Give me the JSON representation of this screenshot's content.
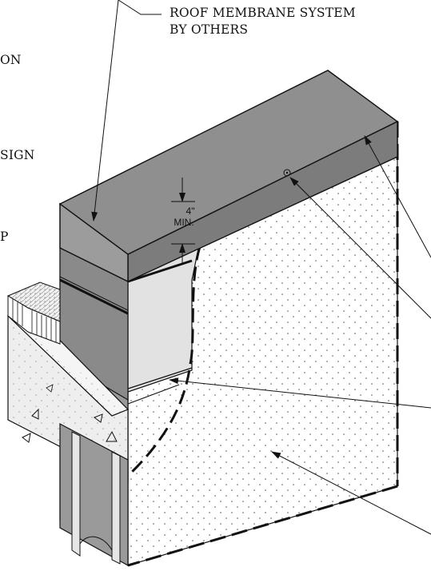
{
  "labels": {
    "roof_membrane_line1": "ROOF MEMBRANE SYSTEM",
    "roof_membrane_line2": "BY OTHERS",
    "cut_left_1": "ON",
    "cut_left_2": "SIGN",
    "cut_left_3": "P"
  },
  "dimension": {
    "line1": "4\"",
    "line2": "MIN."
  },
  "colors": {
    "membrane_top": "#8f8f8f",
    "membrane_face": "#7a7a7a",
    "membrane_side": "#9a9a9a",
    "light_fill": "#e2e2e2",
    "concrete": "#efefef",
    "insulation": "#ffffff",
    "line": "#111111"
  }
}
